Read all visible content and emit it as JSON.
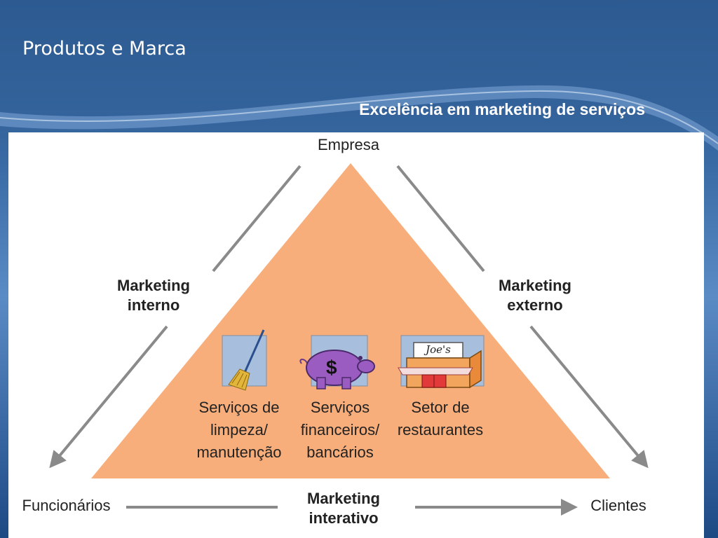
{
  "slide": {
    "title": "Produtos e Marca",
    "subtitle": "Excelência em marketing de serviços"
  },
  "diagram": {
    "top_node": "Empresa",
    "left_node": "Funcionários",
    "right_node": "Clientes",
    "left_edge": {
      "line1": "Marketing",
      "line2": "interno"
    },
    "right_edge": {
      "line1": "Marketing",
      "line2": "externo"
    },
    "bottom_edge": {
      "line1": "Marketing",
      "line2": "interativo"
    },
    "categories": [
      {
        "icon": "broom-icon",
        "lines": [
          "Serviços de",
          "limpeza/",
          "manutenção"
        ]
      },
      {
        "icon": "piggy-bank-icon",
        "lines": [
          "Serviços",
          "financeiros/",
          "bancários"
        ]
      },
      {
        "icon": "restaurant-icon",
        "lines": [
          "Setor de",
          "restaurantes"
        ]
      }
    ],
    "restaurant_sign": "Joe's"
  },
  "colors": {
    "triangle": "#f8ae7b",
    "arrow": "#8a8a8a",
    "icon_box": "#a7bedc"
  }
}
